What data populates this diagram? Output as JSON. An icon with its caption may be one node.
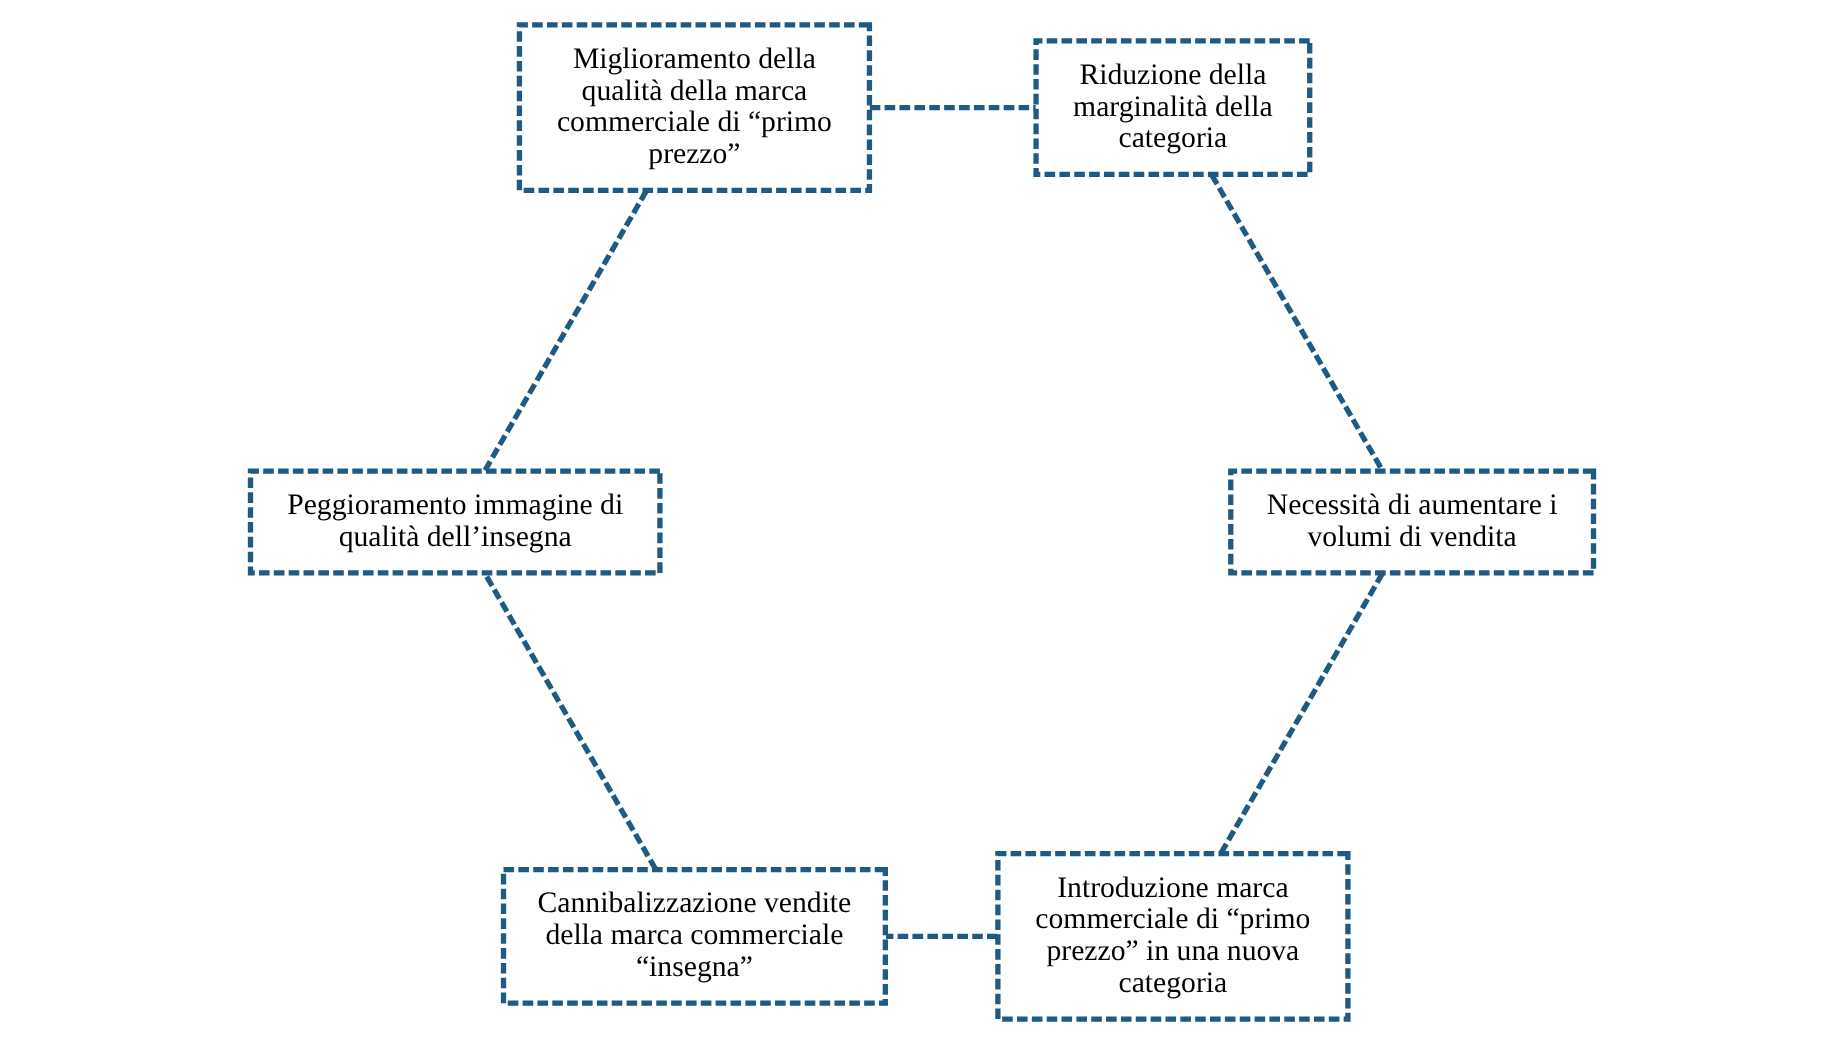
{
  "diagram": {
    "nodes": [
      {
        "text": [
          "Introduzione marca commerciale di “primo prezzo” in una nuova categoria"
        ]
      },
      {
        "text": [
          "Necessità di aumentare i volumi di vendita"
        ]
      },
      {
        "text": [
          "Cannibalizzazione vendite della marca commerciale “insegna”"
        ]
      },
      {
        "text": [
          "Riduzione della marginalità della categoria"
        ]
      },
      {
        "text": [
          "Peggioramento immagine di qualità dell’insegna"
        ]
      },
      {
        "text": [
          "Miglioramento della qualità della marca commerciale di “primo prezzo”"
        ]
      }
    ],
    "edges": [
      {
        "from": 0,
        "to": 2,
        "arrow": "none",
        "style": "dashed"
      },
      {
        "from": 2,
        "to": 4,
        "arrow": "none",
        "style": "dashed"
      },
      {
        "from": 4,
        "to": 5,
        "arrow": "none",
        "style": "dashed"
      },
      {
        "from": 5,
        "to": 3,
        "arrow": "none",
        "style": "dashed"
      },
      {
        "from": 3,
        "to": 1,
        "arrow": "none",
        "style": "dashed"
      },
      {
        "from": 1,
        "to": 0,
        "arrow": "none",
        "style": "dashed"
      }
    ]
  }
}
